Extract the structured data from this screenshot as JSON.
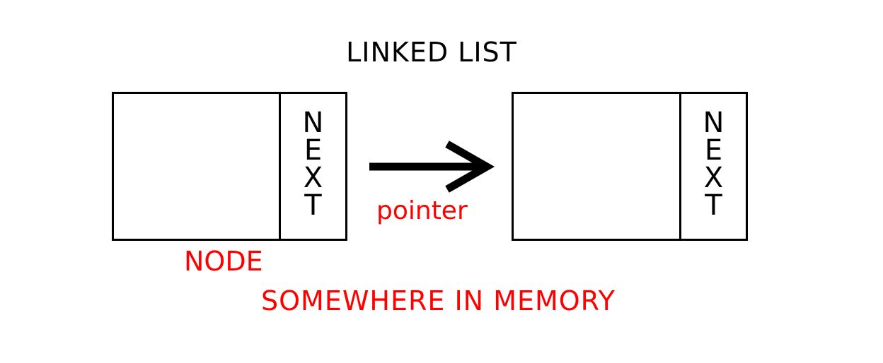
{
  "diagram": {
    "title": "LINKED LIST",
    "nodes": [
      {
        "next_label": "NEXT"
      },
      {
        "next_label": "NEXT"
      }
    ],
    "pointer_label": "pointer",
    "node_label": "NODE",
    "memory_label": "SOMEWHERE IN MEMORY",
    "colors": {
      "ink": "#000000",
      "annotation": "#ff0000",
      "background": "#ffffff"
    }
  }
}
